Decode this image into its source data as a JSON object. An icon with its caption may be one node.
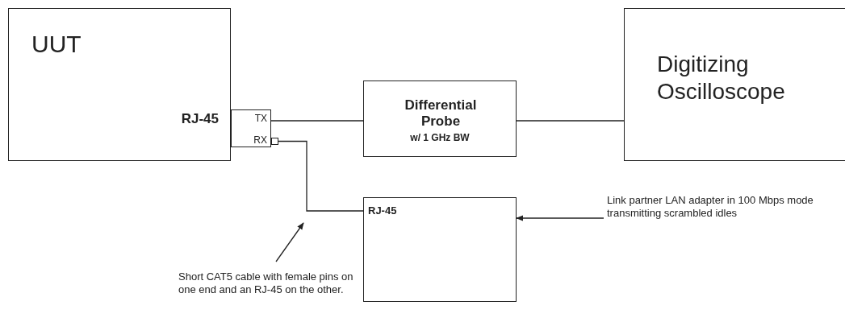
{
  "diagram": {
    "nodes": [
      {
        "text": [
          "UUT",
          "RJ-45"
        ]
      },
      {
        "text": [
          "TX",
          "RX"
        ]
      },
      {
        "text": [],
        "shape": "box"
      },
      {
        "text": [
          "Differential Probe",
          "w/ 1 GHz BW"
        ]
      },
      {
        "text": [
          "Digitizing Oscilloscope"
        ]
      },
      {
        "text": [
          "RJ-45"
        ]
      },
      {
        "text": [
          "Link partner LAN adapter in 100 Mbps mode transmitting scrambled idles"
        ]
      },
      {
        "text": [
          "Short CAT5 cable with female pins on one end and an RJ-45 on the other."
        ]
      }
    ],
    "edges": [
      {
        "from": 1,
        "to": 3,
        "arrow": "none"
      },
      {
        "from": 3,
        "to": 4,
        "arrow": "none"
      },
      {
        "from": 2,
        "to": 5,
        "arrow": "none"
      },
      {
        "from": 6,
        "to": 5,
        "arrow": "to"
      },
      {
        "from": 7,
        "to": null,
        "arrow": "to"
      }
    ]
  }
}
